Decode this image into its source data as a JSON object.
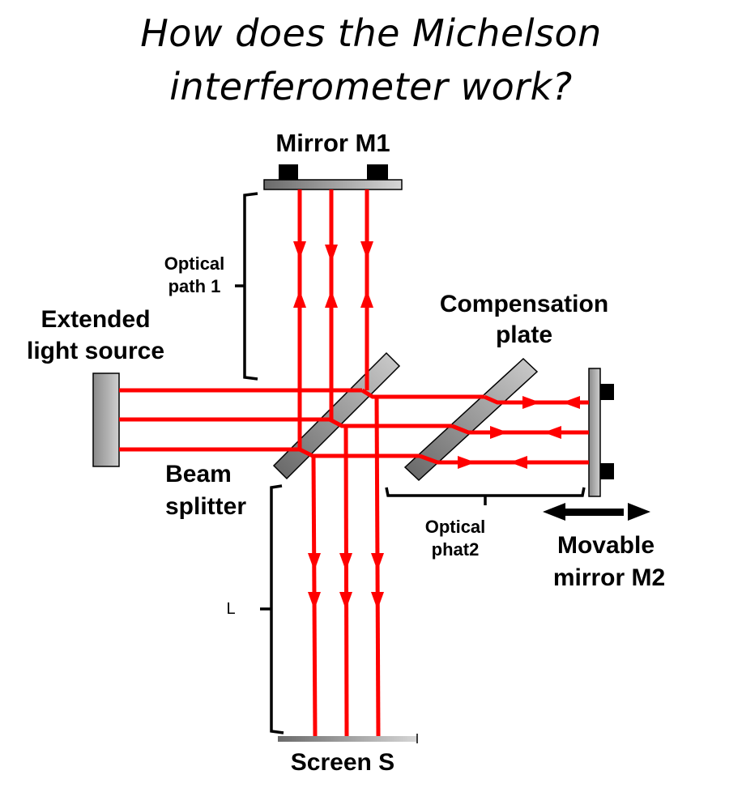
{
  "title": {
    "line1": "How does the Michelson",
    "line2": "interferometer work?"
  },
  "labels": {
    "mirror_m1": "Mirror M1",
    "optical_path1_l1": "Optical",
    "optical_path1_l2": "path 1",
    "source_l1": "Extended",
    "source_l2": "light source",
    "compensation_l1": "Compensation",
    "compensation_l2": "plate",
    "beam_splitter_l1": "Beam",
    "beam_splitter_l2": "splitter",
    "optical_path2_l1": "Optical",
    "optical_path2_l2": "phat2",
    "movable_l1": "Movable",
    "movable_l2": "mirror M2",
    "distance_L": "L",
    "screen": "Screen S"
  },
  "colors": {
    "beam": "#ff0000",
    "component_dark": "#6e6e6e",
    "component_light": "#d0d0d0",
    "bracket": "#000000"
  }
}
